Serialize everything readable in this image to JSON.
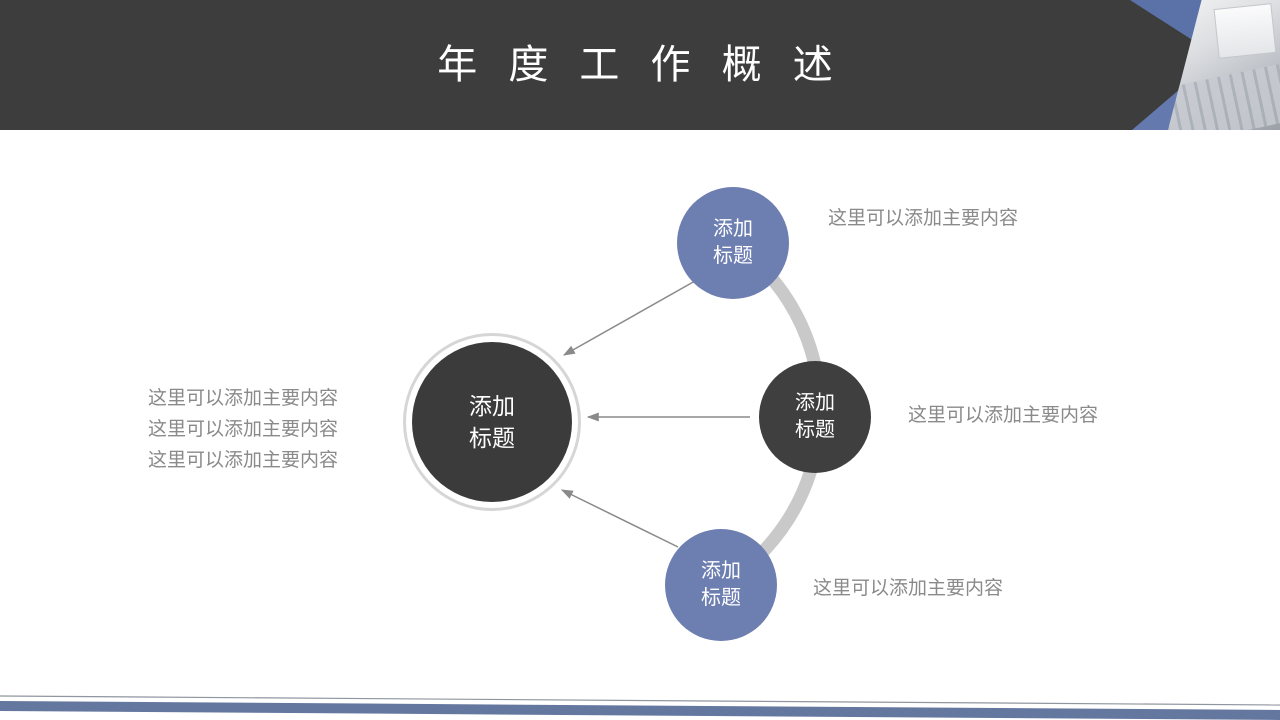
{
  "slide": {
    "title": "年 度 工 作 概 述",
    "colors": {
      "header_bg": "#3d3d3d",
      "accent_blue": "#6d7eb1",
      "dark_node": "#3f3f3f",
      "arc_gray": "#c9c9c9",
      "note_gray": "#8a8a8a",
      "footer_blue": "#64779f"
    }
  },
  "diagram": {
    "center_node": {
      "line1": "添加",
      "line2": "标题"
    },
    "nodes": [
      {
        "position": "top",
        "line1": "添加",
        "line2": "标题",
        "note": "这里可以添加主要内容"
      },
      {
        "position": "right",
        "line1": "添加",
        "line2": "标题",
        "note": "这里可以添加主要内容"
      },
      {
        "position": "bottom",
        "line1": "添加",
        "line2": "标题",
        "note": "这里可以添加主要内容"
      }
    ],
    "center_notes": [
      "这里可以添加主要内容",
      "这里可以添加主要内容",
      "这里可以添加主要内容"
    ]
  }
}
